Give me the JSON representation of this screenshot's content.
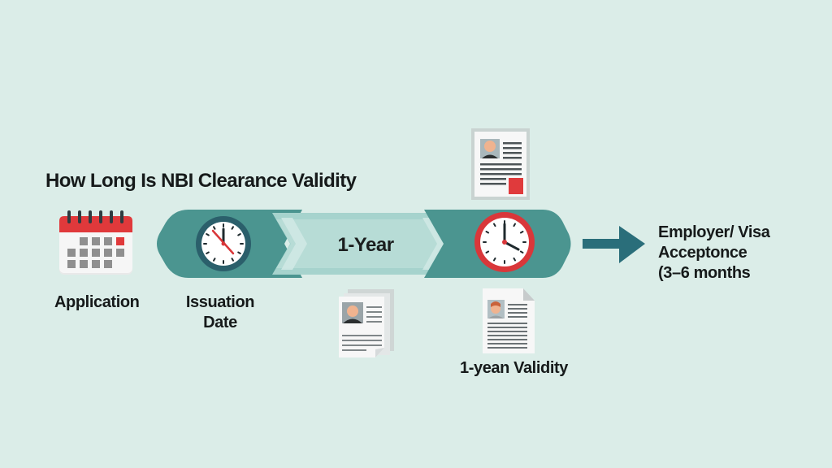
{
  "title": "How Long Is NBI Clearance Validity",
  "colors": {
    "background": "#dbede8",
    "band_dark": "#4b9590",
    "band_light": "#a6d3cd",
    "arrow": "#2a6e7a",
    "clock_issuance_ring": "#2b5f6b",
    "clock_expiry_ring": "#d9373a",
    "calendar_red": "#e0393b",
    "accent_red": "#e03a3c"
  },
  "timeline": {
    "band_label": "1-Year",
    "steps": [
      {
        "id": "application",
        "label": "Application",
        "icon": "calendar-icon"
      },
      {
        "id": "issuance",
        "label_line1": "Issuation",
        "label_line2": "Date",
        "icon": "clock-icon"
      },
      {
        "id": "expiry",
        "label": "1-yean Validity",
        "icon": "clock-icon"
      }
    ],
    "outcome": {
      "line1": "Employer/ Visa",
      "line2": "Acceptonce",
      "line3": "(3–6 months",
      "icon": "arrow-right-icon"
    }
  },
  "documents": [
    {
      "id": "doc-top",
      "icon": "id-document-icon"
    },
    {
      "id": "doc-stack",
      "icon": "document-stack-icon"
    },
    {
      "id": "doc-validity",
      "icon": "resume-document-icon"
    }
  ]
}
